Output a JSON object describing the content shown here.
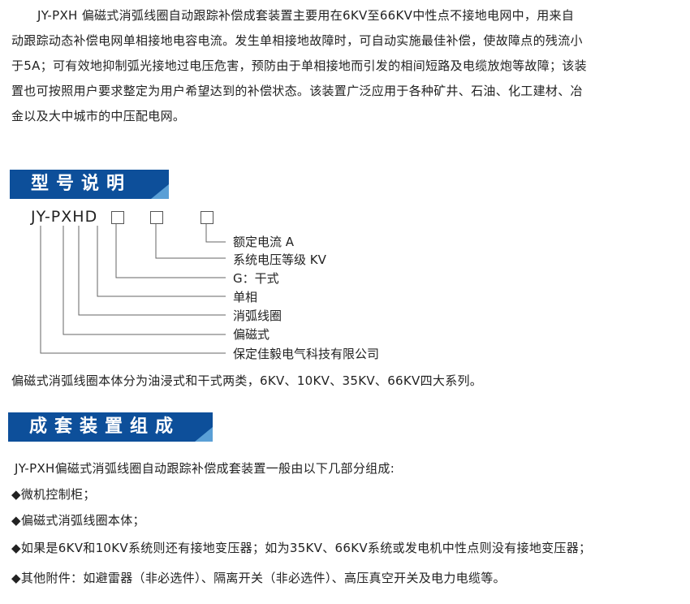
{
  "intro_lines": [
    "JY-PXH 偏磁式消弧线圈自动跟踪补偿成套装置主要用在6KV至66KV中性点不接地电网中，用来自",
    "动跟踪动态补偿电网单相接地电容电流。发生单相接地故障时，可自动实施最佳补偿，使故障点的残流小",
    "于5A；可有效地抑制弧光接地过电压危害，预防由于单相接地而引发的相间短路及电缆放炮等故障；该装",
    "置也可按照用户要求整定为用户希望达到的补偿状态。该装置广泛应用于各种矿井、石油、化工建材、冶",
    "金以及大中城市的中压配电网。"
  ],
  "section1": {
    "title": "型号说明",
    "model_code": "JY-PXHD",
    "labels": [
      "额定电流 A",
      "系统电压等级 KV",
      "G：干式",
      "单相",
      "消弧线圈",
      "偏磁式",
      "保定佳毅电气科技有限公司"
    ],
    "note": "偏磁式消弧线圈本体分为油浸式和干式两类，6KV、10KV、35KV、66KV四大系列。"
  },
  "section2": {
    "title": "成套装置组成",
    "intro": "JY-PXH偏磁式消弧线圈自动跟踪补偿成套装置一般由以下几部分组成:",
    "items": [
      "◆微机控制柜；",
      "◆偏磁式消弧线圈本体；",
      "◆如果是6KV和10KV系统则还有接地变压器；如为35KV、66KV系统或发电机中性点则没有接地变压器；",
      "◆其他附件：如避雷器（非必选件）、隔离开关（非必选件）、高压真空开关及电力电缆等。"
    ]
  },
  "colors": {
    "banner": "#0d4f9a",
    "fold": "#5a9fd6"
  }
}
